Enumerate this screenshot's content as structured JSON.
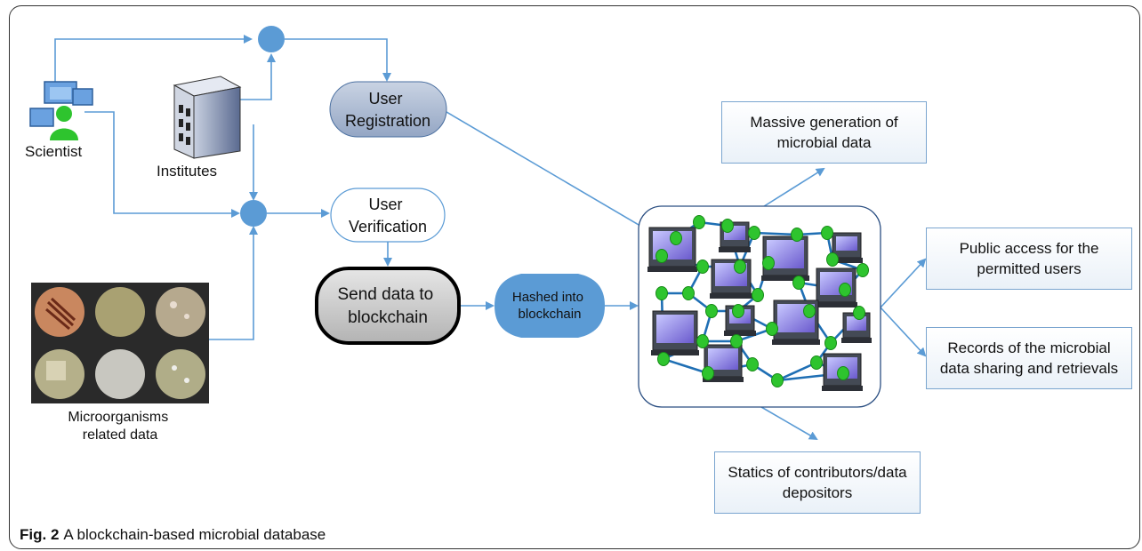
{
  "actors": {
    "scientist": "Scientist",
    "institutes": "Institutes",
    "samples": "Microorganisms\nrelated data"
  },
  "process": {
    "user_registration": "User\nRegistration",
    "user_verification": "User\nVerification",
    "send_data": "Send data to\nblockchain",
    "hashed": "Hashed into\nblockchain"
  },
  "outputs": {
    "massive_generation": "Massive generation of\nmicrobial data",
    "public_access": "Public access for the\npermitted users",
    "records": "Records of the microbial\ndata sharing and retrievals",
    "statics": "Statics of contributors/data\ndepositors"
  },
  "caption": {
    "number": "Fig. 2",
    "text": "A blockchain-based microbial database"
  },
  "colors": {
    "arrow": "#5b9bd5",
    "junction": "#5b9bd5",
    "node_green": "#2ec42e",
    "link": "#1f6fb4"
  },
  "icons": {
    "scientist": "scientist-icon",
    "institutes": "building-icon",
    "samples": "petri-dish-photo",
    "network": "blockchain-network-icon"
  }
}
